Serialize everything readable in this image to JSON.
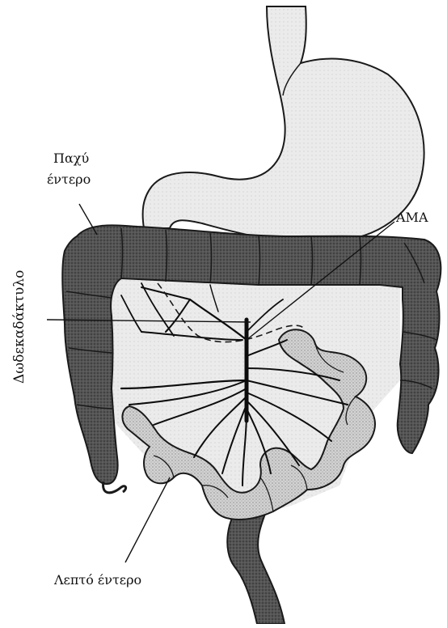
{
  "labels": {
    "large_intestine_line1": "Παχύ",
    "large_intestine_line2": "έντερο",
    "artery": "ΑΜΑ",
    "small_intestine": "Λεπτό έντερο",
    "duodenum": "Δωδεκαδάκτυλο"
  },
  "colors": {
    "stomach": "#e6e6e6",
    "colon": "#4a4a4a",
    "small_intestine": "#c8c8c8",
    "mesentery": "#ececec",
    "vessel": "#0d0d0d",
    "outline": "#1a1a1a"
  }
}
